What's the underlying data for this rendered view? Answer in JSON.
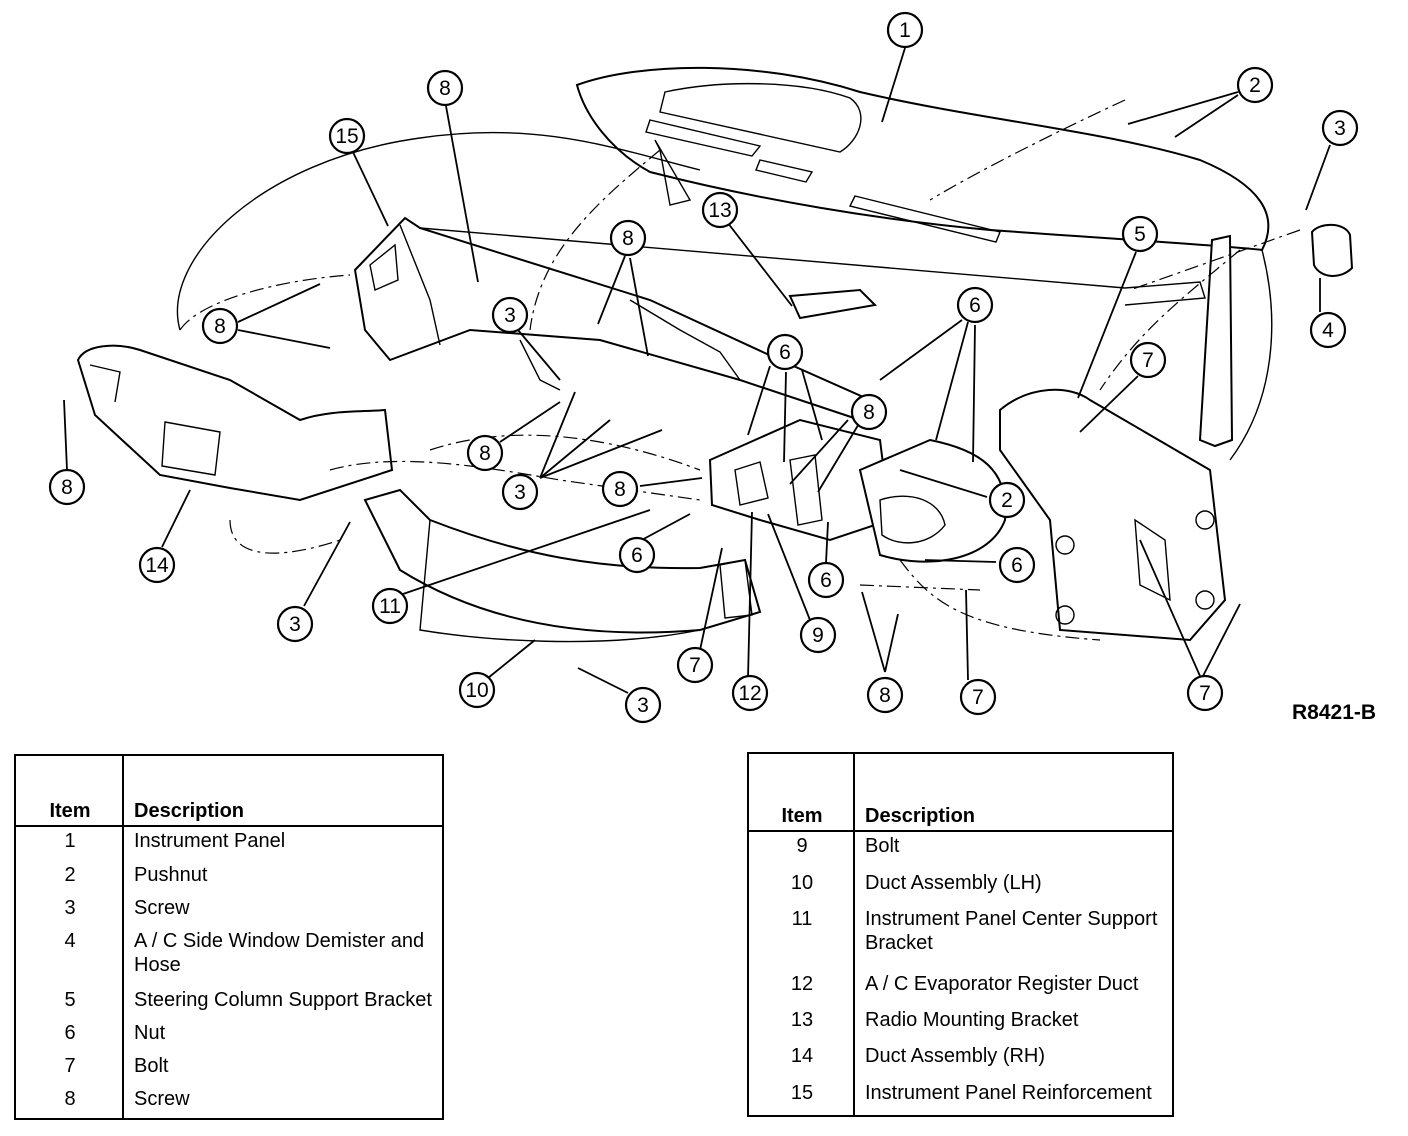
{
  "figure_code": "R8421-B",
  "callouts": [
    "1",
    "2",
    "2",
    "3",
    "3",
    "3",
    "3",
    "3",
    "4",
    "5",
    "6",
    "6",
    "6",
    "6",
    "6",
    "7",
    "7",
    "7",
    "7",
    "8",
    "8",
    "8",
    "8",
    "8",
    "8",
    "8",
    "8",
    "9",
    "10",
    "11",
    "12",
    "13",
    "14",
    "15"
  ],
  "legend_headers": {
    "item": "Item",
    "description": "Description"
  },
  "legend_left": [
    {
      "item": "1",
      "description": "Instrument Panel"
    },
    {
      "item": "2",
      "description": "Pushnut"
    },
    {
      "item": "3",
      "description": "Screw"
    },
    {
      "item": "4",
      "description": "A / C Side Window Demister and Hose"
    },
    {
      "item": "5",
      "description": "Steering Column Support Bracket"
    },
    {
      "item": "6",
      "description": "Nut"
    },
    {
      "item": "7",
      "description": "Bolt"
    },
    {
      "item": "8",
      "description": "Screw"
    }
  ],
  "legend_right": [
    {
      "item": "9",
      "description": "Bolt"
    },
    {
      "item": "10",
      "description": "Duct Assembly (LH)"
    },
    {
      "item": "11",
      "description": "Instrument Panel Center Support Bracket"
    },
    {
      "item": "12",
      "description": "A / C Evaporator Register Duct"
    },
    {
      "item": "13",
      "description": "Radio Mounting Bracket"
    },
    {
      "item": "14",
      "description": "Duct Assembly (RH)"
    },
    {
      "item": "15",
      "description": "Instrument Panel Reinforcement"
    }
  ]
}
